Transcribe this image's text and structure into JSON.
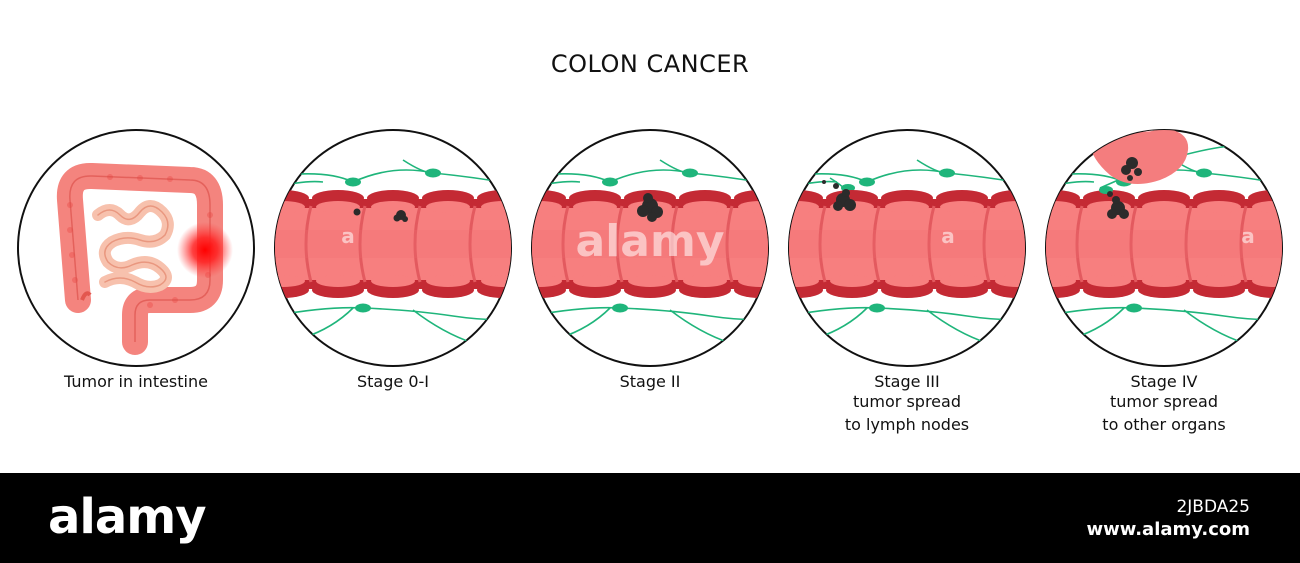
{
  "title": "COLON CANCER",
  "panels": [
    {
      "id": "intestine",
      "label_lines": [
        "Tumor in intestine"
      ]
    },
    {
      "id": "stage-0-1",
      "label_lines": [
        "Stage 0-I"
      ]
    },
    {
      "id": "stage-2",
      "label_lines": [
        "Stage II"
      ]
    },
    {
      "id": "stage-3",
      "label_lines": [
        "Stage III",
        "tumor spread",
        "to lymph nodes"
      ]
    },
    {
      "id": "stage-4",
      "label_lines": [
        "Stage IV",
        "tumor spread",
        "to other organs"
      ]
    }
  ],
  "watermark": {
    "center_text": "alamy",
    "small_text": "a"
  },
  "footer": {
    "logo": "alamy",
    "image_id": "2JBDA25",
    "url": "www.alamy.com"
  },
  "colors": {
    "colon_outer": "#c42a34",
    "colon_inner": "#f77f7f",
    "colon_fold": "#e35a5f",
    "lymph": "#1fb57b",
    "tumor": "#2b2b2b",
    "intestine_large": "#f4847e",
    "intestine_small": "#f7c1ad",
    "tumor_glow": "#ff2020",
    "organ": "#f47d7e"
  }
}
